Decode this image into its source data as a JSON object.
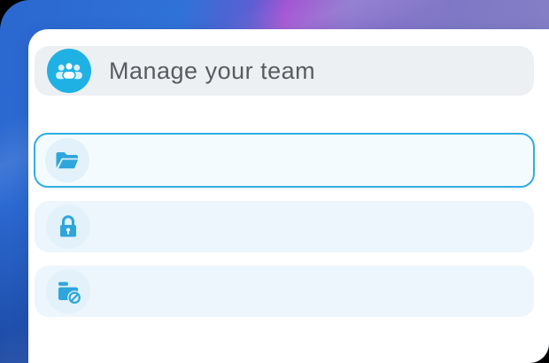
{
  "header": {
    "title": "Manage your team",
    "icon": "team-members-icon"
  },
  "menu": {
    "items": [
      {
        "id": "open-folder",
        "icon": "open-folder-icon",
        "label": "",
        "selected": true
      },
      {
        "id": "lock",
        "icon": "lock-icon",
        "label": "",
        "selected": false
      },
      {
        "id": "folder-blocked",
        "icon": "folder-blocked-icon",
        "label": "",
        "selected": false
      }
    ]
  },
  "colors": {
    "accent_cyan": "#1fb1e4",
    "selected_border": "#30ade2",
    "icon_blue": "#2ea6dc",
    "header_bar_bg": "#edf0f2",
    "row_bg": "#edf6fc",
    "selected_row_bg": "#f4fbfe",
    "icon_circle_bg": "#e2f1fa",
    "title_text": "#575c63",
    "gradient_blue": "#2f72d7",
    "gradient_magenta": "#a150d2",
    "gradient_purple": "#7f79c5"
  }
}
